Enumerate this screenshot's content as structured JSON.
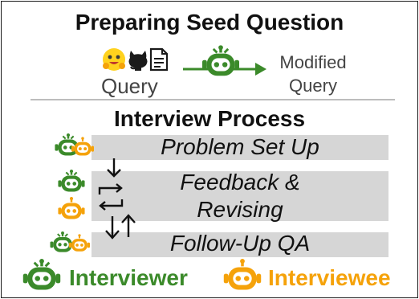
{
  "seed": {
    "title": "Preparing Seed Question",
    "source_icons": [
      "hugging-face-emoji",
      "github-octocat",
      "document"
    ],
    "query_label": "Query",
    "modified_line1": "Modified",
    "modified_line2": "Query"
  },
  "interview": {
    "title": "Interview Process",
    "stages": [
      {
        "line1": "Problem Set Up",
        "line2": ""
      },
      {
        "line1": "Feedback &",
        "line2": "Revising"
      },
      {
        "line1": "Follow-Up QA",
        "line2": ""
      }
    ]
  },
  "legend": {
    "interviewer": "Interviewer",
    "interviewee": "Interviewee"
  },
  "colors": {
    "interviewer": "#3b8a2a",
    "interviewee": "#f5a20a",
    "bar": "#d6d6d6",
    "divider": "#bdbdbd",
    "text": "#111111"
  }
}
